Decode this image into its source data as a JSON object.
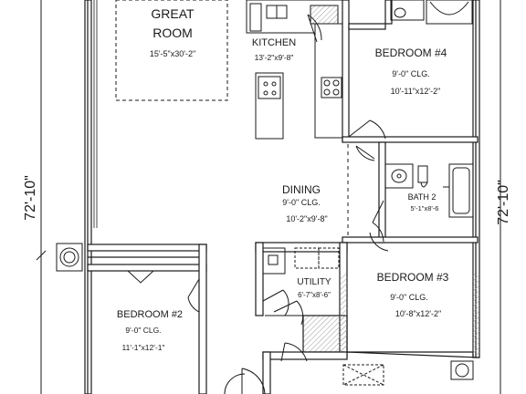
{
  "colors": {
    "line": "#1a1a1a",
    "hatch": "#9a9a9a",
    "dots": "#888888",
    "paper": "#ffffff"
  },
  "rooms": {
    "great_room": {
      "name_line1": "GREAT",
      "name_line2": "ROOM",
      "size": "15'-5\"x30'-2\""
    },
    "kitchen": {
      "name": "KITCHEN",
      "size": "13'-2\"x9'-8\""
    },
    "bedroom4": {
      "name": "BEDROOM #4",
      "ceiling": "9'-0\" CLG.",
      "size": "10'-11\"x12'-2\""
    },
    "dining": {
      "name": "DINING",
      "ceiling": "9'-0\" CLG.",
      "size": "10'-2\"x9'-8\""
    },
    "bath2": {
      "name": "BATH 2",
      "size": "5'-1\"x8'-6"
    },
    "bedroom3": {
      "name": "BEDROOM #3",
      "ceiling": "9'-0\" CLG.",
      "size": "10'-8\"x12'-2\""
    },
    "utility": {
      "name": "UTILITY",
      "size": "6'-7\"x8'-6\""
    },
    "bedroom2": {
      "name": "BEDROOM #2",
      "ceiling": "9'-0\" CLG.",
      "size": "11'-1\"x12'-1\""
    }
  },
  "dimensions": {
    "left": "72'-10\"",
    "right": "72'-10\""
  }
}
